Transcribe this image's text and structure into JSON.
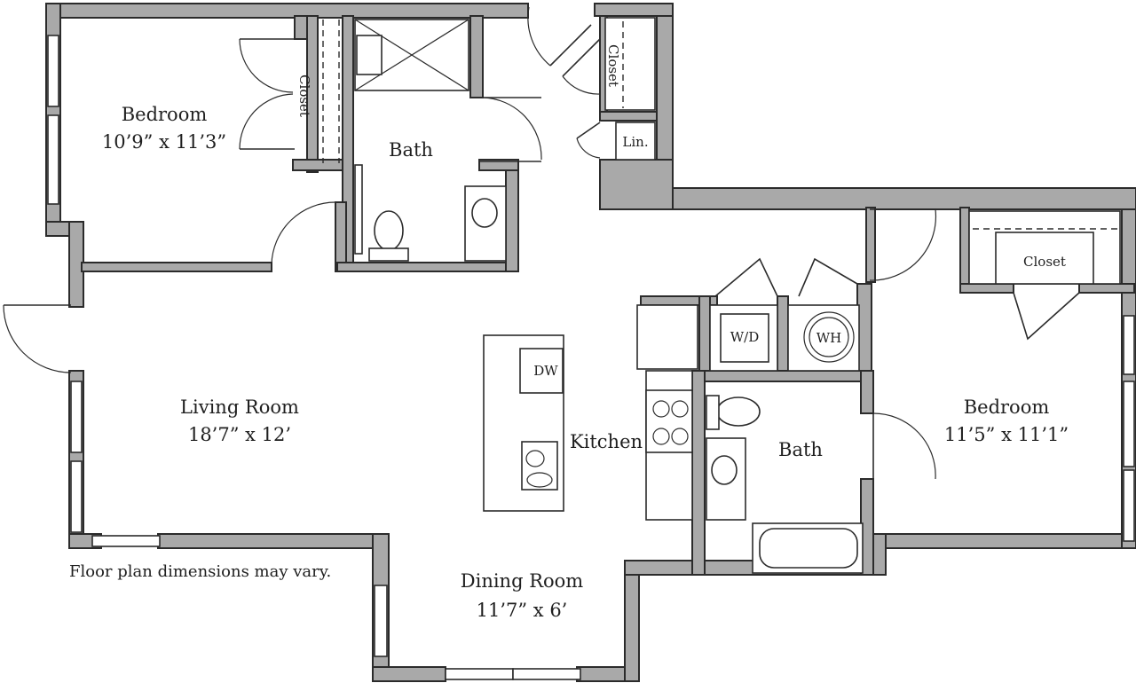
{
  "rooms": {
    "bedroom_1": {
      "name": "Bedroom",
      "dims": "10’9” x 11’3”"
    },
    "bath_1": {
      "name": "Bath"
    },
    "closet_bed1": {
      "name": "Closet"
    },
    "closet_hall": {
      "name": "Closet"
    },
    "linen": {
      "name": "Lin."
    },
    "living_room": {
      "name": "Living Room",
      "dims": "18’7” x 12’"
    },
    "kitchen": {
      "name": "Kitchen"
    },
    "dining_room": {
      "name": "Dining Room",
      "dims": "11’7” x 6’"
    },
    "bath_2": {
      "name": "Bath"
    },
    "bedroom_2": {
      "name": "Bedroom",
      "dims": "11’5” x 11’1”"
    },
    "closet_bed2": {
      "name": "Closet"
    }
  },
  "fixtures": {
    "dishwasher": "DW",
    "washer_dryer": "W/D",
    "water_heater": "WH"
  },
  "note": "Floor plan dimensions may vary.",
  "colors": {
    "wall_fill": "#a9a9a9",
    "line": "#2b2b2b",
    "background": "#ffffff"
  }
}
